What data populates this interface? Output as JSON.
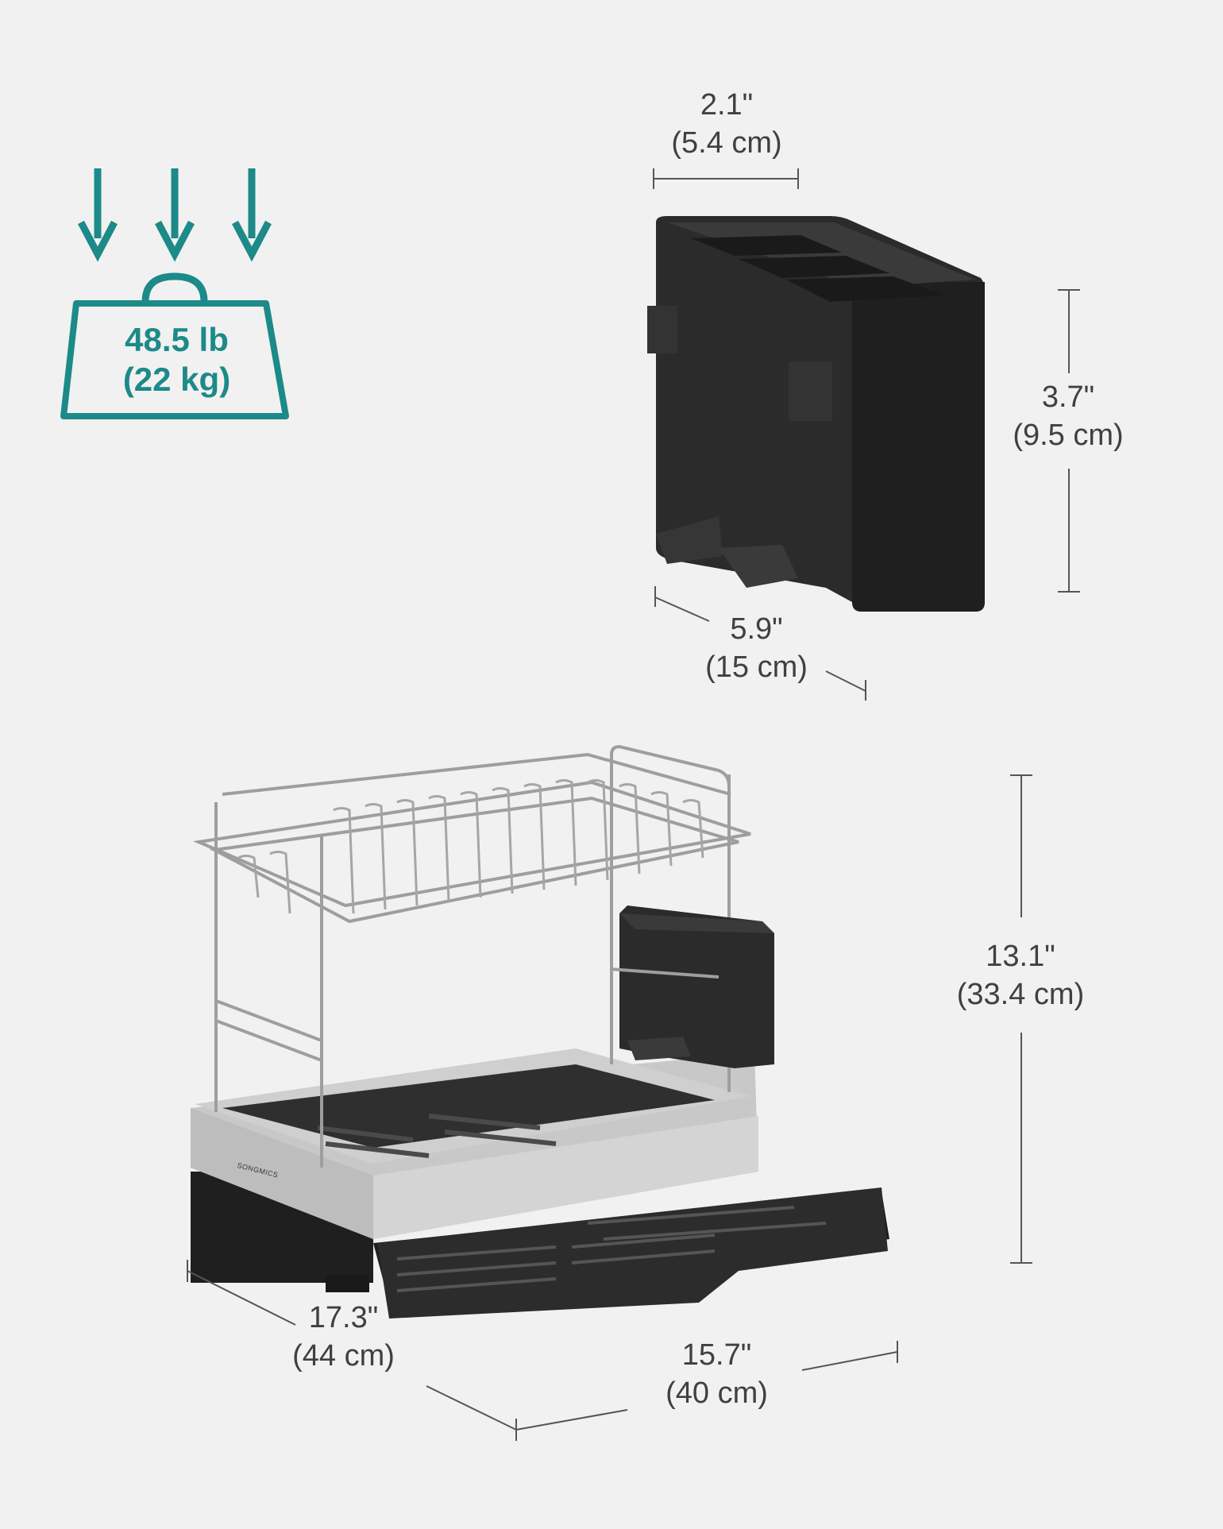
{
  "weight": {
    "imperial": "48.5 lb",
    "metric": "(22 kg)"
  },
  "colors": {
    "accent": "#1c8a88",
    "background": "#f1f1f1",
    "text": "#404040",
    "holder": "#2a2a2a"
  },
  "holder_dims": {
    "width": {
      "imperial": "2.1\"",
      "metric": "(5.4 cm)"
    },
    "height": {
      "imperial": "3.7\"",
      "metric": "(9.5 cm)"
    },
    "length": {
      "imperial": "5.9\"",
      "metric": "(15 cm)"
    }
  },
  "rack_dims": {
    "height": {
      "imperial": "13.1\"",
      "metric": "(33.4 cm)"
    },
    "length": {
      "imperial": "17.3\"",
      "metric": "(44 cm)"
    },
    "width": {
      "imperial": "15.7\"",
      "metric": "(40 cm)"
    }
  },
  "brand": "SONGMICS"
}
